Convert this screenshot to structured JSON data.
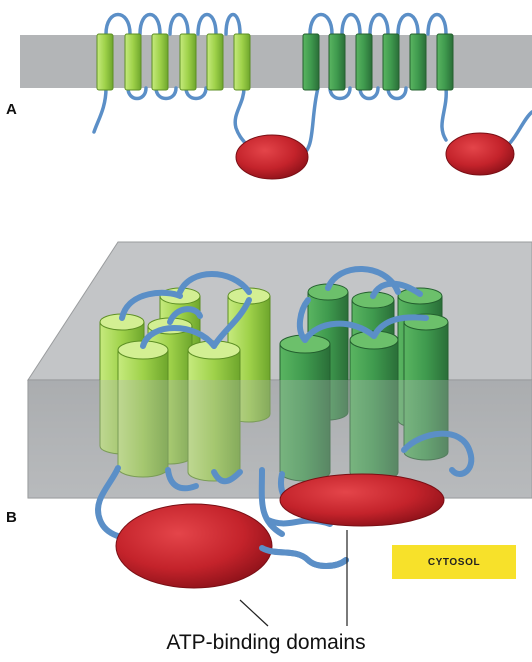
{
  "panels": {
    "a": {
      "letter": "A"
    },
    "b": {
      "letter": "B"
    }
  },
  "cytosol_label": "CYTOSOL",
  "atp_caption": "ATP-binding domains",
  "colors": {
    "membrane": "#b3b5b7",
    "membrane_dark": "#9a9c9e",
    "helix_light_green": "#9fd24a",
    "helix_dark_green": "#3f9a4e",
    "loop_blue": "#5b8fc7",
    "atp_domain_red": "#c4232b",
    "cytosol_box": "#f7e12a"
  },
  "icons": {
    "helix": "cylinder-helix",
    "atp_domain": "red-ellipse-domain",
    "loop": "blue-loop-chain"
  }
}
